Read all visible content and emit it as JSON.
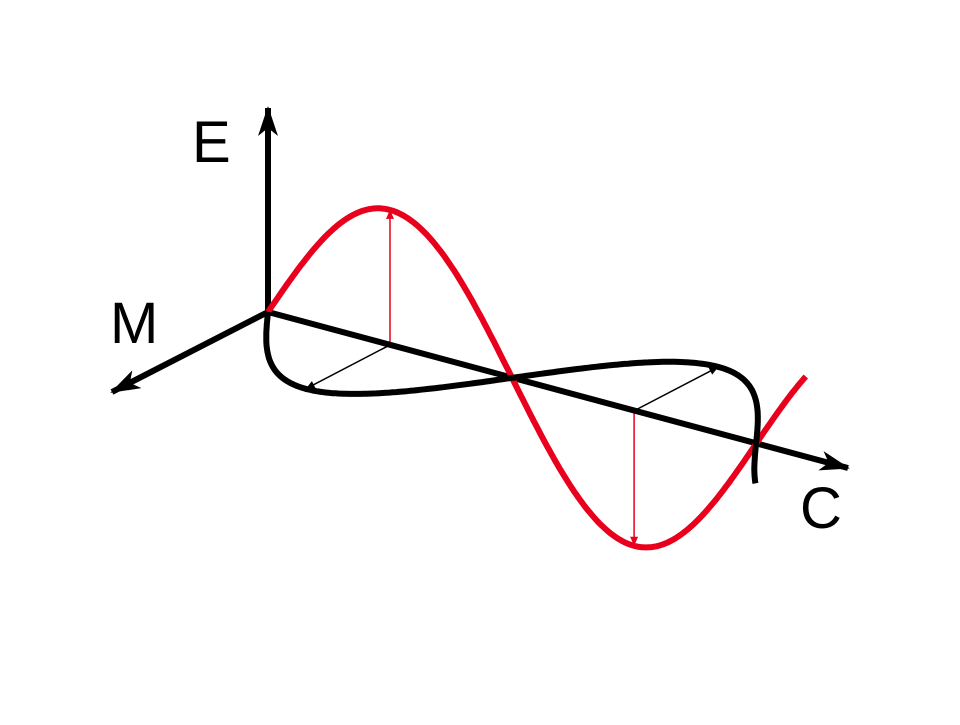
{
  "labels": {
    "electric": "E",
    "magnetic": "M",
    "propagation": "C"
  },
  "colors": {
    "electric_wave": "#e8001c",
    "magnetic_wave": "#000000",
    "axes": "#000000",
    "background": "#ffffff"
  }
}
